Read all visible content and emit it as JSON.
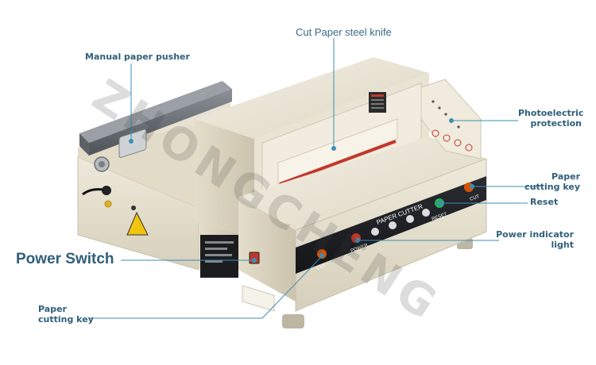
{
  "watermark": "ZHONGCHENG",
  "labels": {
    "manual_paper_pusher": "Manual paper pusher",
    "cut_paper_steel_knife": "Cut Paper steel knife",
    "photoelectric_line1": "Photoelectric",
    "photoelectric_line2": "protection",
    "cutting_key_right_line1": "Paper",
    "cutting_key_right_line2": "cutting key",
    "reset": "Reset",
    "power_indicator_line1": "Power indicator",
    "power_indicator_line2": "light",
    "power_switch": "Power Switch",
    "cutting_key_left_line1": "Paper",
    "cutting_key_left_line2": "cutting key"
  },
  "panel": {
    "title": "PAPER CUTTER",
    "power": "POWER",
    "reset": "RESET",
    "cut_right": "CUT",
    "cut_left": "CUT"
  },
  "colors": {
    "label_text": "#2f5f7a",
    "leader_line": "#3d8fb5",
    "machine_body": "#e6e0cf",
    "control_panel": "#1e1f24",
    "blade": "#c0392b"
  }
}
